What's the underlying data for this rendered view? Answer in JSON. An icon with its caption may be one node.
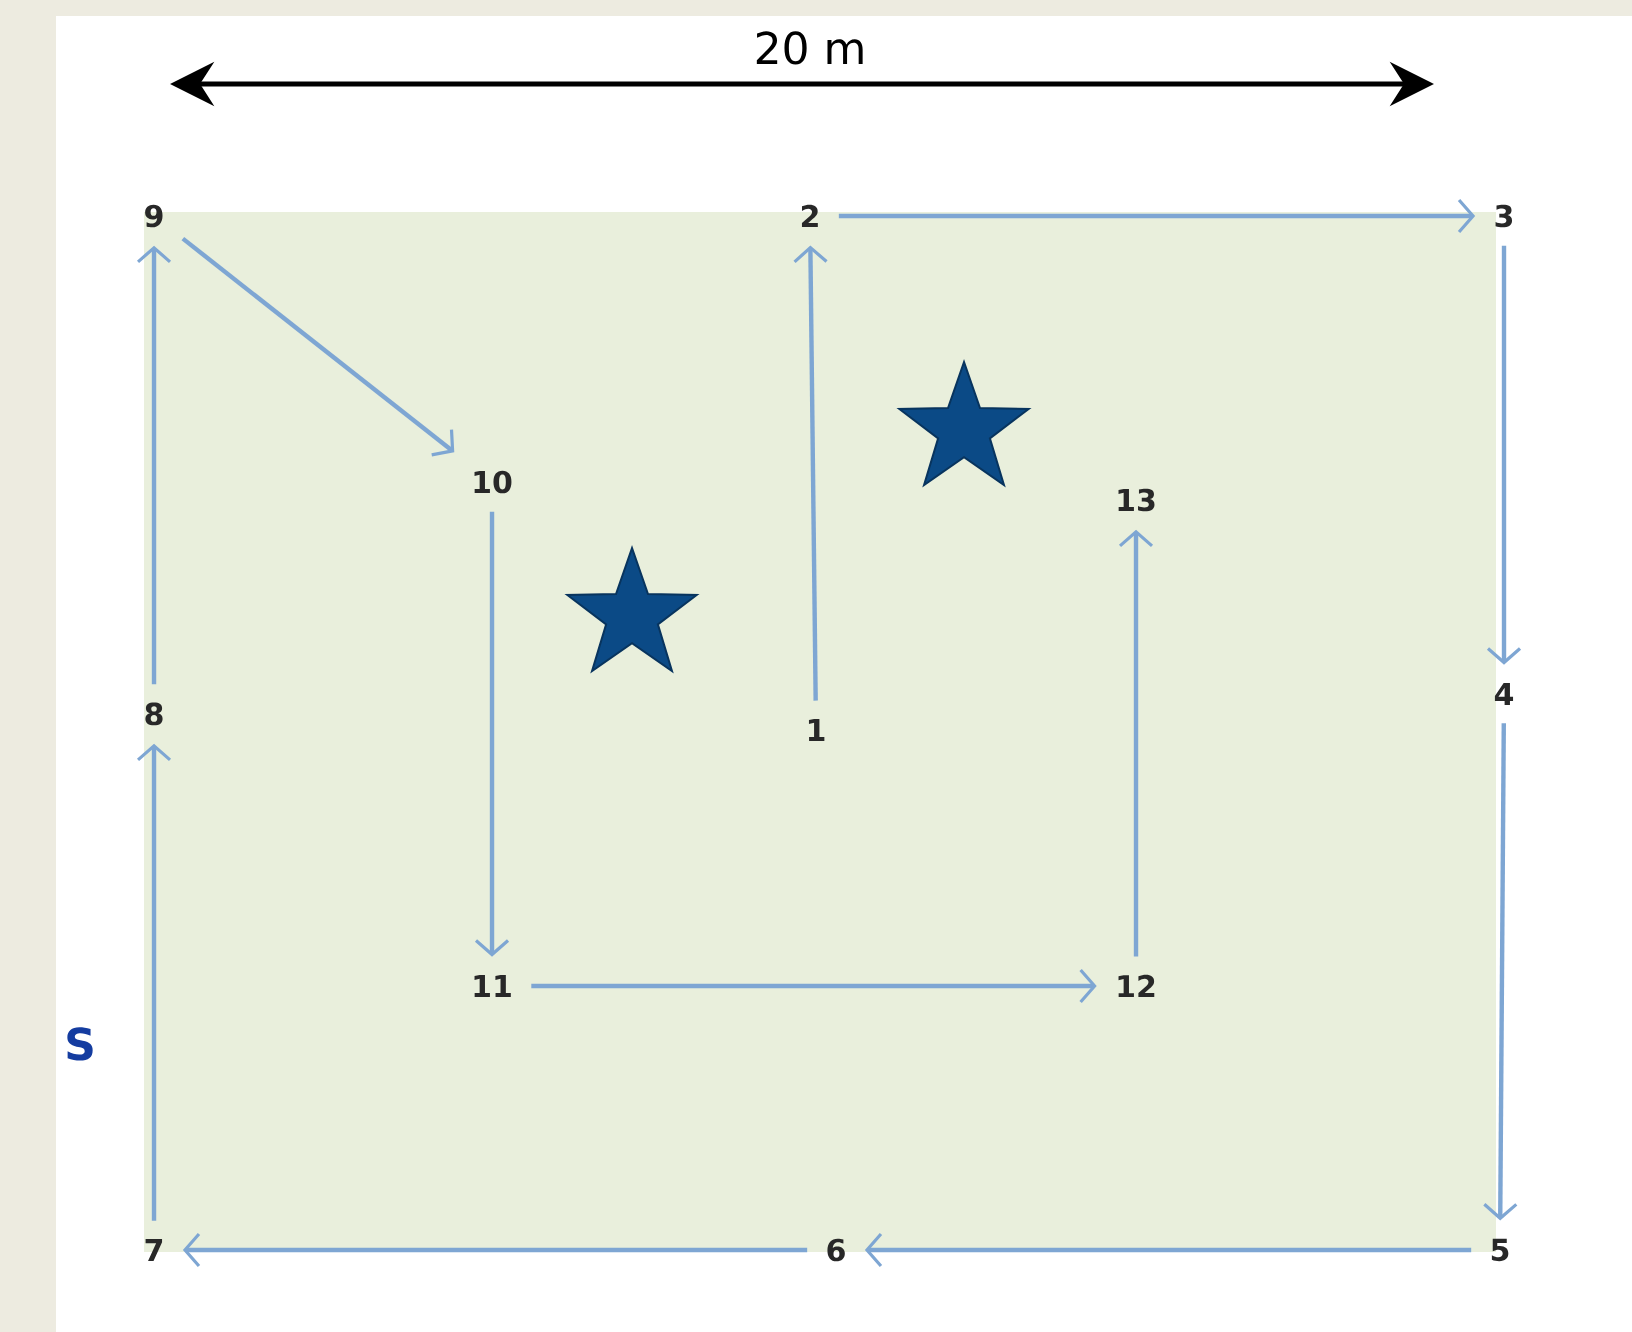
{
  "diagram": {
    "nodes": [
      {
        "text": [
          "1"
        ]
      },
      {
        "text": [
          "2"
        ]
      },
      {
        "text": [
          "3"
        ]
      },
      {
        "text": [
          "4"
        ]
      },
      {
        "text": [
          "5"
        ]
      },
      {
        "text": [
          "6"
        ]
      },
      {
        "text": [
          "7"
        ]
      },
      {
        "text": [
          "8"
        ]
      },
      {
        "text": [
          "9"
        ]
      },
      {
        "text": [
          "10"
        ]
      },
      {
        "text": [
          "11"
        ]
      },
      {
        "text": [
          "12"
        ]
      },
      {
        "text": [
          "13"
        ]
      }
    ],
    "edges": [
      {
        "from": 0,
        "to": 1,
        "arrow": "to"
      },
      {
        "from": 1,
        "to": 2,
        "arrow": "to"
      },
      {
        "from": 2,
        "to": 3,
        "arrow": "to"
      },
      {
        "from": 3,
        "to": 4,
        "arrow": "to"
      },
      {
        "from": 4,
        "to": 5,
        "arrow": "to"
      },
      {
        "from": 5,
        "to": 6,
        "arrow": "to"
      },
      {
        "from": 6,
        "to": 7,
        "arrow": "to"
      },
      {
        "from": 7,
        "to": 8,
        "arrow": "to"
      },
      {
        "from": 8,
        "to": 9,
        "arrow": "to"
      },
      {
        "from": 9,
        "to": 10,
        "arrow": "to"
      },
      {
        "from": 10,
        "to": 11,
        "arrow": "to"
      },
      {
        "from": 11,
        "to": 12,
        "arrow": "to"
      }
    ],
    "labels": [
      "20 m",
      "S"
    ]
  }
}
